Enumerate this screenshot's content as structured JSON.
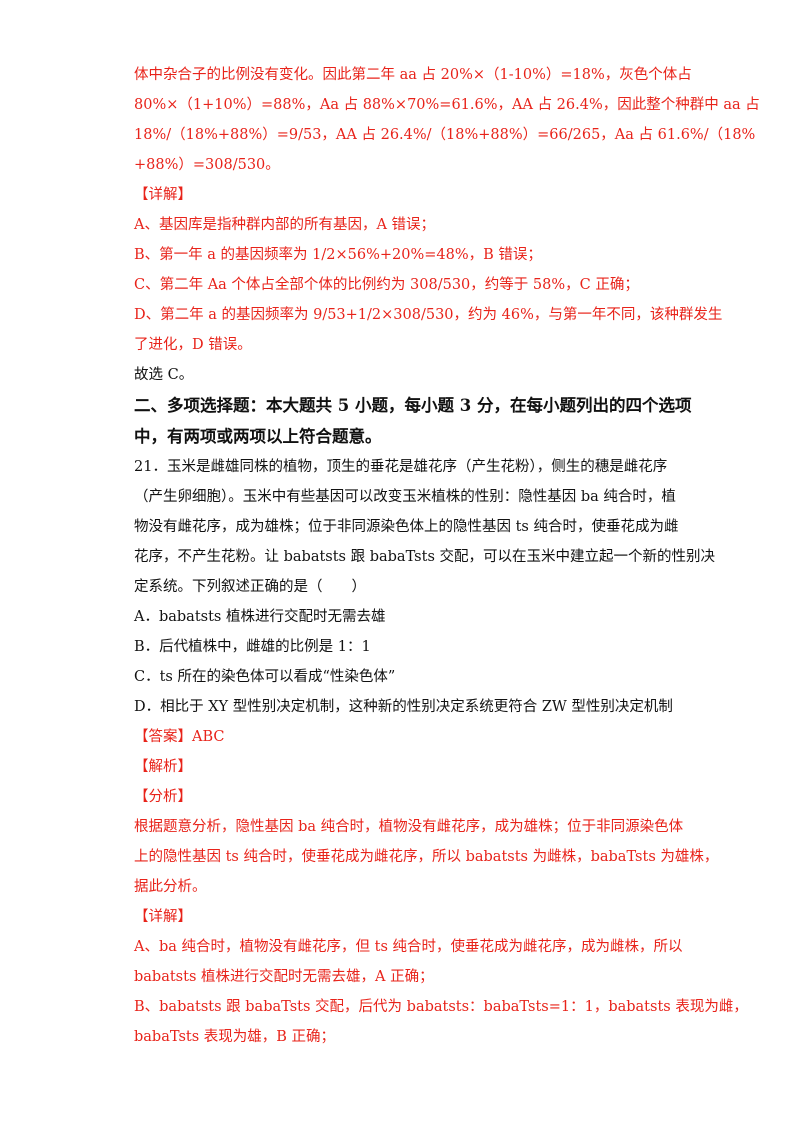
{
  "colors": {
    "answer_red": "#e8231a",
    "text_black": "#111111"
  },
  "lines": [
    {
      "text": "体中杂合子的比例没有变化。因此第二年 aa 占 20%×（1-10%）=18%，灰色个体占",
      "style": "red"
    },
    {
      "text": "80%×（1+10%）=88%，Aa 占 88%×70%=61.6%，AA 占 26.4%，因此整个种群中 aa 占",
      "style": "red"
    },
    {
      "text": "18%/（18%+88%）=9/53，AA 占 26.4%/（18%+88%）=66/265，Aa 占 61.6%/（18%",
      "style": "red"
    },
    {
      "text": "+88%）=308/530。",
      "style": "red"
    },
    {
      "text": "【详解】",
      "style": "red"
    },
    {
      "text": "A、基因库是指种群内部的所有基因，A 错误；",
      "style": "red"
    },
    {
      "text": "B、第一年 a 的基因频率为 1/2×56%+20%=48%，B 错误；",
      "style": "red"
    },
    {
      "text": "C、第二年 Aa 个体占全部个体的比例约为 308/530，约等于 58%，C 正确；",
      "style": "red"
    },
    {
      "text": "D、第二年 a 的基因频率为 9/53+1/2×308/530，约为 46%，与第一年不同，该种群发生",
      "style": "red"
    },
    {
      "text": "了进化，D 错误。",
      "style": "red"
    },
    {
      "text": "故选 C。",
      "style": "black"
    },
    {
      "text": "二、多项选择题：本大题共 5 小题，每小题 3 分，在每小题列出的四个选项",
      "style": "bold"
    },
    {
      "text": "中，有两项或两项以上符合题意。",
      "style": "bold"
    },
    {
      "text": "21．玉米是雌雄同株的植物，顶生的垂花是雄花序（产生花粉），侧生的穗是雌花序",
      "style": "black"
    },
    {
      "text": "（产生卵细胞）。玉米中有些基因可以改变玉米植株的性别：隐性基因 ba 纯合时，植",
      "style": "black"
    },
    {
      "text": "物没有雌花序，成为雄株；位于非同源染色体上的隐性基因 ts 纯合时，使垂花成为雌",
      "style": "black"
    },
    {
      "text": "花序，不产生花粉。让 babatsts 跟 babaTsts 交配，可以在玉米中建立起一个新的性别决",
      "style": "black"
    },
    {
      "text": "定系统。下列叙述正确的是（　　）",
      "style": "black"
    },
    {
      "text": "A．babatsts 植株进行交配时无需去雄",
      "style": "black"
    },
    {
      "text": "B．后代植株中，雌雄的比例是 1：1",
      "style": "black"
    },
    {
      "text": "C．ts 所在的染色体可以看成“性染色体”",
      "style": "black"
    },
    {
      "text": "D．相比于 XY 型性别决定机制，这种新的性别决定系统更符合 ZW 型性别决定机制",
      "style": "black"
    },
    {
      "text": "【答案】ABC",
      "style": "red"
    },
    {
      "text": "【解析】",
      "style": "red"
    },
    {
      "text": "【分析】",
      "style": "red"
    },
    {
      "text": "根据题意分析，隐性基因 ba 纯合时，植物没有雌花序，成为雄株；位于非同源染色体",
      "style": "red"
    },
    {
      "text": "上的隐性基因 ts 纯合时，使垂花成为雌花序，所以 babatsts 为雌株，babaTsts 为雄株，",
      "style": "red"
    },
    {
      "text": "据此分析。",
      "style": "red"
    },
    {
      "text": "【详解】",
      "style": "red"
    },
    {
      "text": "A、ba 纯合时，植物没有雌花序，但 ts 纯合时，使垂花成为雌花序，成为雌株，所以",
      "style": "red"
    },
    {
      "text": "babatsts 植株进行交配时无需去雄，A 正确；",
      "style": "red"
    },
    {
      "text": "B、babatsts 跟 babaTsts 交配，后代为 babatsts：babaTsts=1：1，babatsts 表现为雌，",
      "style": "red"
    },
    {
      "text": "babaTsts 表现为雄，B 正确；",
      "style": "red"
    }
  ]
}
